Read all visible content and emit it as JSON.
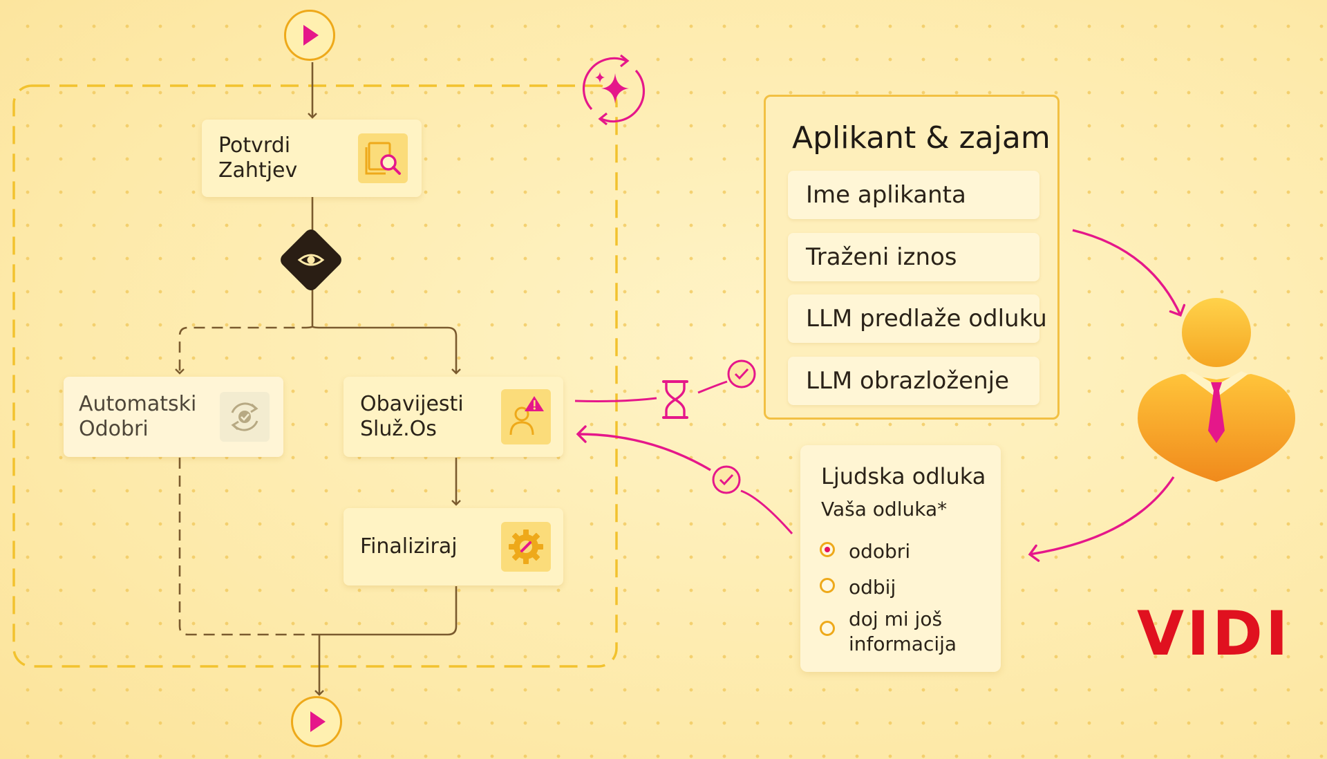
{
  "colors": {
    "background": "#fde9a8",
    "accent_magenta": "#e5178a",
    "accent_gold": "#eea91a",
    "dashed_boundary": "#f2c22e",
    "connector": "#7a5a2e",
    "logo_red": "#e0111f"
  },
  "events": {
    "start_icon": "play-icon",
    "end_icon": "play-icon"
  },
  "gateway": {
    "icon": "eye-icon"
  },
  "nodes": {
    "validate": {
      "label": "Potvrdi\nZahtjev",
      "icon": "document-search-icon"
    },
    "auto_approve": {
      "label": "Automatski\nOdobri",
      "icon": "sync-check-icon"
    },
    "notify": {
      "label": "Obavijesti\nSluž.Os",
      "icon": "user-alert-icon"
    },
    "finalize": {
      "label": "Finaliziraj",
      "icon": "gear-icon"
    }
  },
  "loop_icon": "sparkle-refresh-icon",
  "data_panel": {
    "title": "Aplikant & zajam",
    "fields": [
      "Ime aplikanta",
      "Traženi iznos",
      "LLM predlaže odluku",
      "LLM obrazloženje"
    ]
  },
  "wait_icon": "hourglass-icon",
  "check_icon": "check-circle-icon",
  "person_icon": "user-tie-icon",
  "decision_form": {
    "title": "Ljudska odluka",
    "prompt": "Vaša odluka*",
    "options": [
      {
        "label": "odobri",
        "selected": true
      },
      {
        "label": "odbij",
        "selected": false
      },
      {
        "label": "doj mi još\ninformacija",
        "selected": false
      }
    ]
  },
  "logo": {
    "text": "VIDI"
  }
}
